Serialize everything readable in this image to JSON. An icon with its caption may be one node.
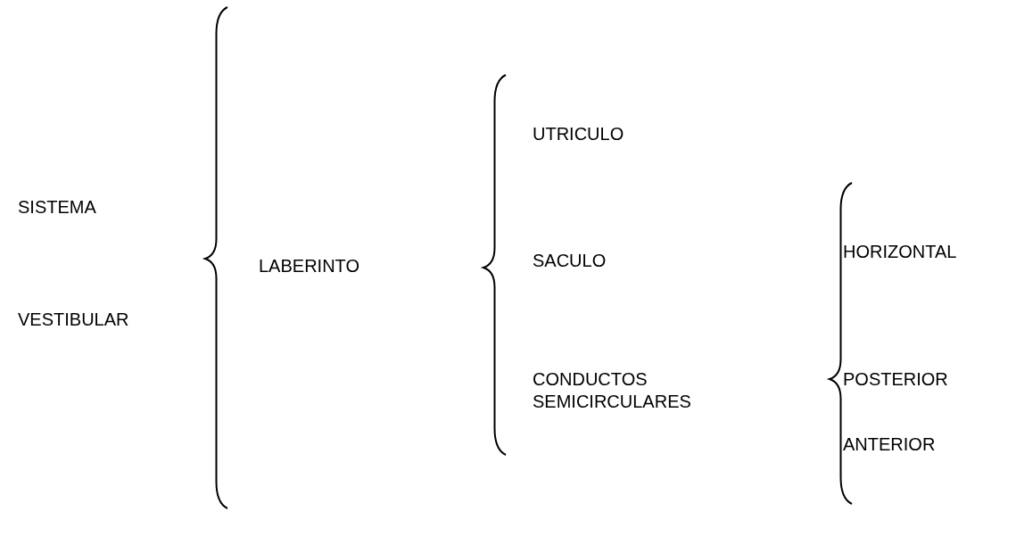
{
  "diagram": {
    "labels": [
      "SISTEMA",
      "VESTIBULAR",
      "LABERINTO",
      "UTRICULO",
      "SACULO",
      "CONDUCTOS SEMICIRCULARES",
      "HORIZONTAL",
      "POSTERIOR",
      "ANTERIOR"
    ]
  }
}
